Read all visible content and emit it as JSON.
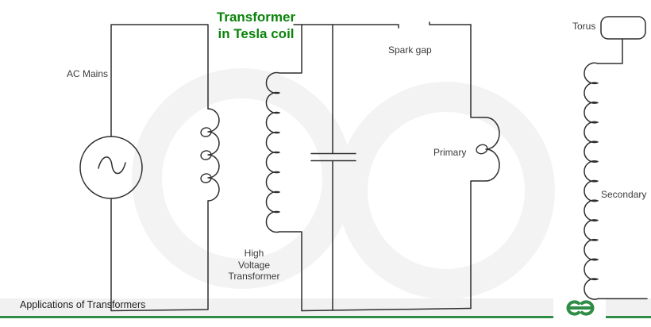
{
  "figure": {
    "title_line1": "Transformer",
    "title_line2": "in Tesla coil"
  },
  "labels": {
    "ac_mains": "AC Mains",
    "spark_gap": "Spark gap",
    "primary": "Primary",
    "high_voltage_1": "High",
    "high_voltage_2": "Voltage",
    "high_voltage_3": "Transformer",
    "torus": "Torus",
    "secondary": "Secondary"
  },
  "footer": {
    "caption": "Applications of Transformers"
  },
  "icons": {
    "brand_logo": "geeksforgeeks-logo",
    "watermark": "geeksforgeeks-watermark"
  },
  "colors": {
    "title_green": "#0b830b",
    "brand_green": "#2f8d46",
    "wire": "#2e2e2e",
    "footer_strip_bg": "#f1f1f1",
    "label_text": "#3b3b3b"
  }
}
